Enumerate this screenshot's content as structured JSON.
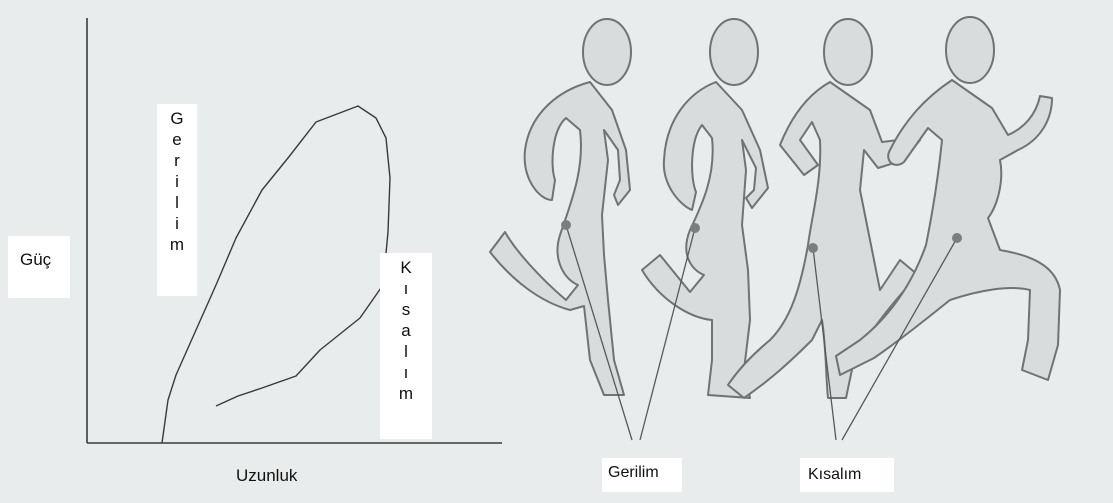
{
  "diagram": {
    "y_axis_label": "Güç",
    "x_axis_label": "Uzunluk",
    "loop_left_label": "Gerilim",
    "loop_right_label": "Kısalım",
    "runner_label_left": "Gerilim",
    "runner_label_right": "Kısalım"
  },
  "colors": {
    "background": "#e9ecec",
    "line": "#3a3a3a",
    "figure_fill": "#d9dcdc",
    "figure_stroke": "#6f7373",
    "label_bg": "#ffffff"
  }
}
